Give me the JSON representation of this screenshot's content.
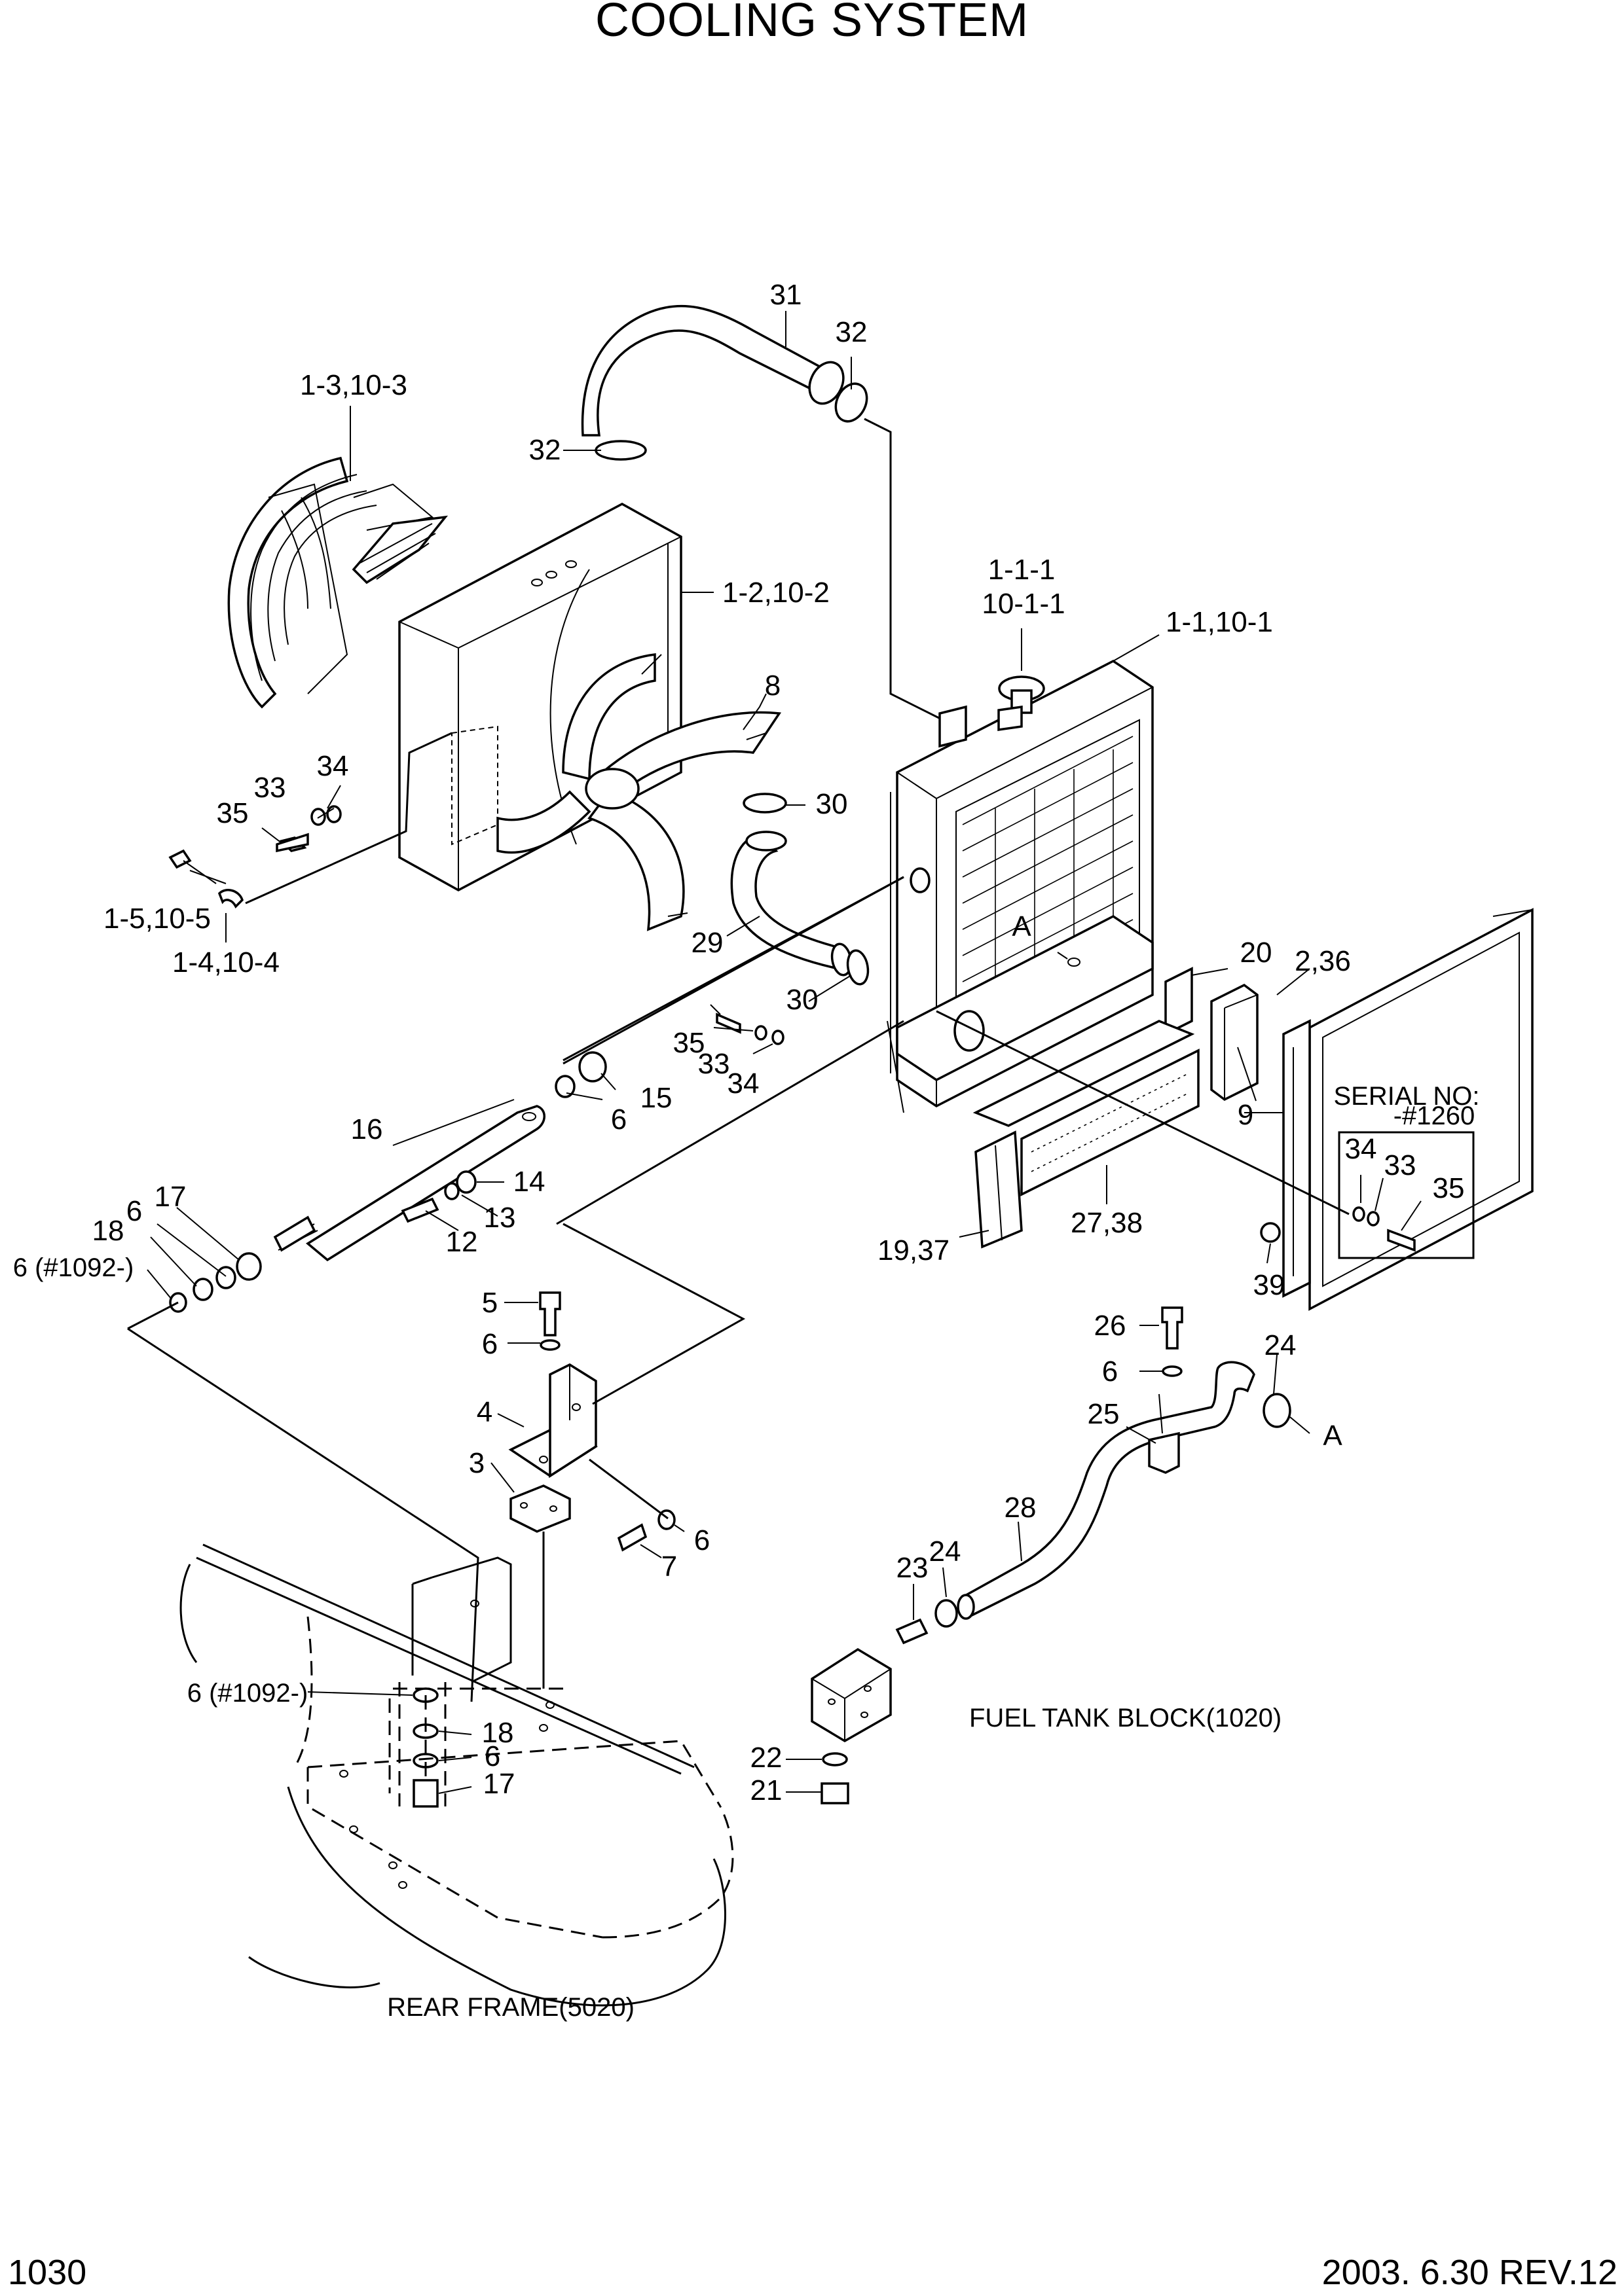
{
  "title": "COOLING SYSTEM",
  "page_number": "1030",
  "revision": "2003. 6.30  REV.12",
  "notes": {
    "serial_no_line1": "SERIAL NO:",
    "serial_no_line2": "-#1260",
    "fuel_tank_block": "FUEL TANK BLOCK(1020)",
    "rear_frame": "REAR FRAME(5020)"
  },
  "callouts": {
    "c31": "31",
    "c32a": "32",
    "c32b": "32",
    "c1_3": "1-3,10-3",
    "c1_2": "1-2,10-2",
    "c1_1_1a": "1-1-1",
    "c1_1_1b": "10-1-1",
    "c1_1": "1-1,10-1",
    "c8": "8",
    "c30a": "30",
    "c30b": "30",
    "c29": "29",
    "cA1": "A",
    "c34a": "34",
    "c33a": "33",
    "c35a": "35",
    "c1_5": "1-5,10-5",
    "c1_4": "1-4,10-4",
    "c20": "20",
    "c2_36": "2,36",
    "c9": "9",
    "c35b": "35",
    "c33b": "33",
    "c34b": "34",
    "c15": "15",
    "c6a": "6",
    "c16": "16",
    "c14": "14",
    "c13": "13",
    "c12": "12",
    "c17a": "17",
    "c6b": "6",
    "c18a": "18",
    "c6_1092a": "6 (#1092-)",
    "c19_37": "19,37",
    "c27_38": "27,38",
    "c34c": "34",
    "c33c": "33",
    "c35c": "35",
    "c39": "39",
    "c5": "5",
    "c6c": "6",
    "c4": "4",
    "c3": "3",
    "c7": "7",
    "c6d": "6",
    "c26": "26",
    "c6e": "6",
    "c24a": "24",
    "c25": "25",
    "cA2": "A",
    "c28": "28",
    "c24b": "24",
    "c23": "23",
    "c6_1092b": "6 (#1092-)",
    "c18b": "18",
    "c6f": "6",
    "c17b": "17",
    "c22": "22",
    "c21": "21"
  }
}
